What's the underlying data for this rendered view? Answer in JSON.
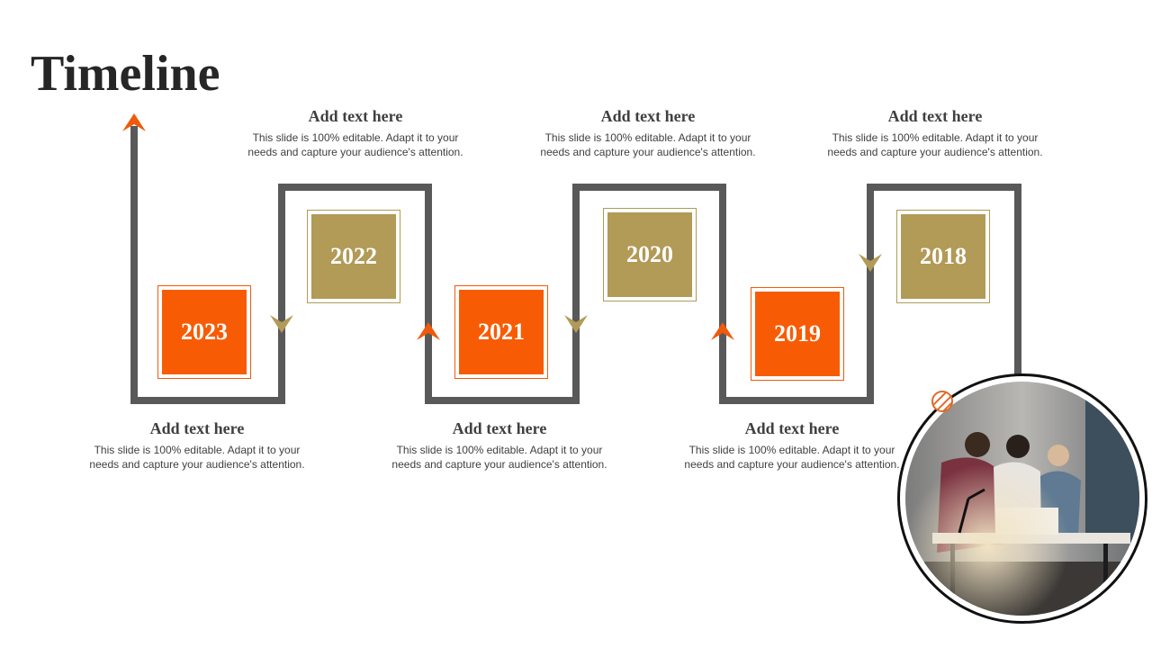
{
  "title": "Timeline",
  "colors": {
    "accent_orange": "#F75C05",
    "accent_gold": "#B29A57",
    "path": "#595959",
    "text": "#404040"
  },
  "years": [
    "2023",
    "2022",
    "2021",
    "2020",
    "2019",
    "2018"
  ],
  "text_blocks": [
    {
      "heading": "Add text here",
      "body": "This slide is 100% editable. Adapt it to your needs and capture your audience's attention."
    },
    {
      "heading": "Add text here",
      "body": "This slide is 100% editable. Adapt it to your needs and capture your audience's attention."
    },
    {
      "heading": "Add text here",
      "body": "This slide is 100% editable. Adapt it to your needs and capture your audience's attention."
    },
    {
      "heading": "Add text here",
      "body": "This slide is 100% editable. Adapt it to your needs and capture your audience's attention."
    },
    {
      "heading": "Add text here",
      "body": "This slide is 100% editable. Adapt it to your needs and capture your audience's attention."
    },
    {
      "heading": "Add text here",
      "body": "This slide is 100% editable. Adapt it to your needs and capture your audience's attention."
    }
  ],
  "icons": {
    "direction_marker": "chevron-arrow-icon",
    "photo": "team-working-photo",
    "decor": "striped-circle-icon"
  }
}
